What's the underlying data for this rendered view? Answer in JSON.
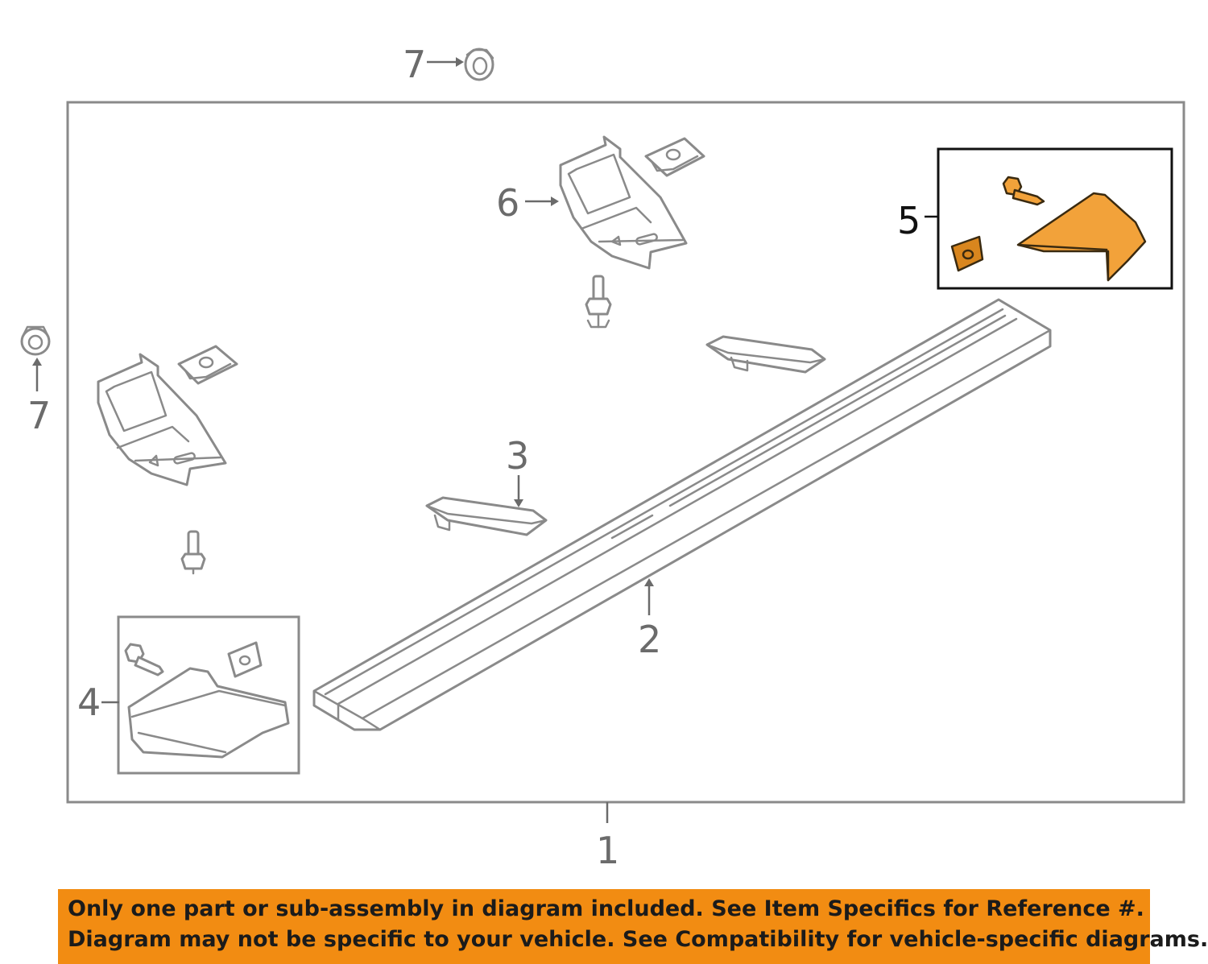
{
  "callouts": {
    "c1": "1",
    "c2": "2",
    "c3": "3",
    "c4": "4",
    "c5": "5",
    "c6": "6",
    "c7_top": "7",
    "c7_left": "7"
  },
  "notice": {
    "line1": "Only one part or sub-assembly in diagram included. See Item Specifics for Reference #.",
    "line2": "Diagram may not be specific to your vehicle. See Compatibility for vehicle-specific diagrams."
  },
  "colors": {
    "highlight": "#f2a23a",
    "banner": "#f28c12",
    "line": "#8a8a8a"
  }
}
